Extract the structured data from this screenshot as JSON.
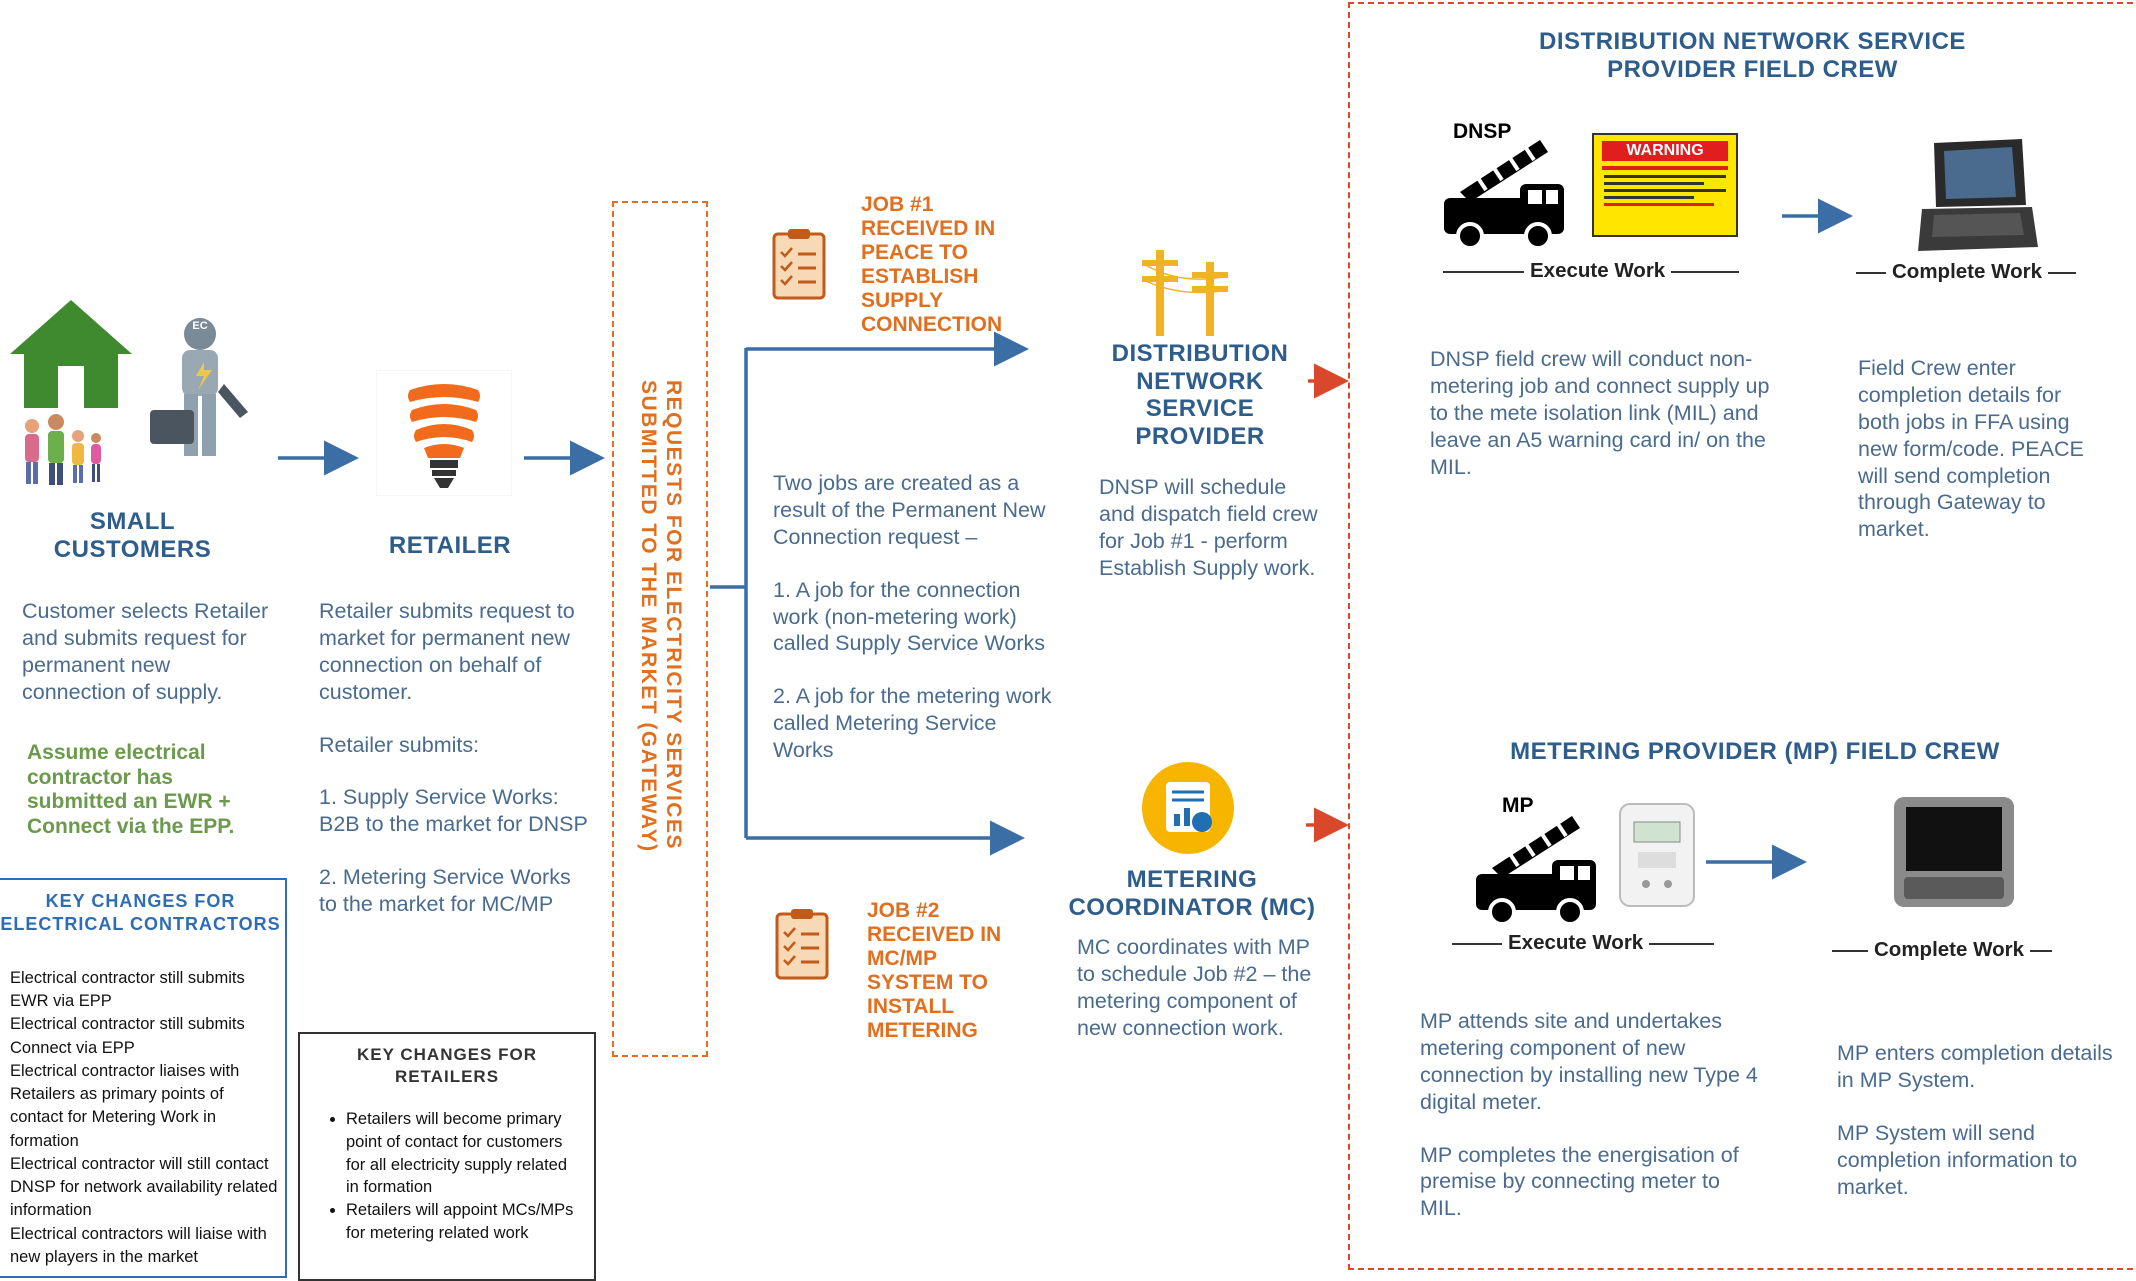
{
  "small_customers": {
    "title_line1": "SMALL",
    "title_line2": "CUSTOMERS",
    "desc": "Customer selects Retailer and submits request for permanent new connection of supply.",
    "note": "Assume electrical contractor has submitted an EWR + Connect via the EPP.",
    "contractor_badge": "EC"
  },
  "key_changes_contractors": {
    "title_line1": "KEY CHANGES FOR",
    "title_line2": "ELECTRICAL CONTRACTORS",
    "items": [
      "Electrical contractor still submits EWR via EPP",
      "Electrical contractor still submits Connect via EPP",
      "Electrical contractor liaises with Retailers as primary points of contact for Metering Work in formation",
      "Electrical contractor will still contact DNSP for network availability related information",
      "Electrical contractors will liaise with new players in the market"
    ]
  },
  "retailer": {
    "title": "RETAILER",
    "p1": "Retailer submits request to market for permanent new connection on behalf of customer.",
    "p2": "Retailer submits:",
    "p3": "1. Supply Service Works: B2B to the market for DNSP",
    "p4": "2. Metering Service Works to the market for MC/MP"
  },
  "key_changes_retailers": {
    "title_line1": "KEY CHANGES FOR",
    "title_line2": "RETAILERS",
    "items": [
      "Retailers will become primary point of contact for customers for all electricity supply related in formation",
      "Retailers will appoint MCs/MPs for metering related work"
    ]
  },
  "gateway": {
    "line1": "REQUESTS FOR ELECTRICITY SERVICES",
    "line2": "SUBMITTED TO THE MARKET (GATEWAY)"
  },
  "jobs": {
    "job1": [
      "JOB #1",
      "RECEIVED IN",
      "PEACE TO",
      "ESTABLISH",
      "SUPPLY",
      "CONNECTION"
    ],
    "job2": [
      "JOB #2",
      "RECEIVED IN",
      "MC/MP",
      "SYSTEM TO",
      "INSTALL",
      "METERING"
    ],
    "desc1": "Two jobs are created as a result of the Permanent New Connection request –",
    "desc2": "1. A job for the connection work (non-metering work) called Supply Service Works",
    "desc3": "2. A job for the metering work called Metering Service Works"
  },
  "dnsp": {
    "title": [
      "DISTRIBUTION",
      "NETWORK",
      "SERVICE",
      "PROVIDER"
    ],
    "desc": "DNSP will schedule and dispatch field crew for Job #1 - perform Establish Supply work."
  },
  "mc": {
    "title": [
      "METERING",
      "COORDINATOR (MC)"
    ],
    "desc": "MC coordinates with MP to schedule Job #2 – the metering component of new connection work."
  },
  "dnsp_crew": {
    "title_line1": "DISTRIBUTION NETWORK SERVICE",
    "title_line2": "PROVIDER FIELD CREW",
    "truck_label": "DNSP",
    "warning_title": "WARNING",
    "execute_label": "Execute Work",
    "complete_label": "Complete Work",
    "execute_desc": "DNSP field crew will conduct non-metering job and connect supply up to the mete isolation link (MIL) and leave an A5 warning card in/ on the MIL.",
    "complete_desc": "Field Crew enter completion details for both jobs in FFA using new form/code. PEACE will send completion through Gateway to market."
  },
  "mp_crew": {
    "title": "METERING PROVIDER (MP) FIELD CREW",
    "truck_label": "MP",
    "execute_label": "Execute Work",
    "complete_label": "Complete Work",
    "execute_desc1": "MP attends site and undertakes metering component of new connection by installing new Type 4 digital meter.",
    "execute_desc2": "MP completes the energisation of premise by connecting meter to MIL.",
    "complete_desc1": "MP enters completion details in MP System.",
    "complete_desc2": "MP System will send completion information to market."
  },
  "colors": {
    "heading": "#2e5d8c",
    "body": "#4a6b8e",
    "orange": "#e07020",
    "arrow": "#3a6ea5",
    "red_arrow": "#d9482b",
    "green": "#6c9a4c"
  }
}
